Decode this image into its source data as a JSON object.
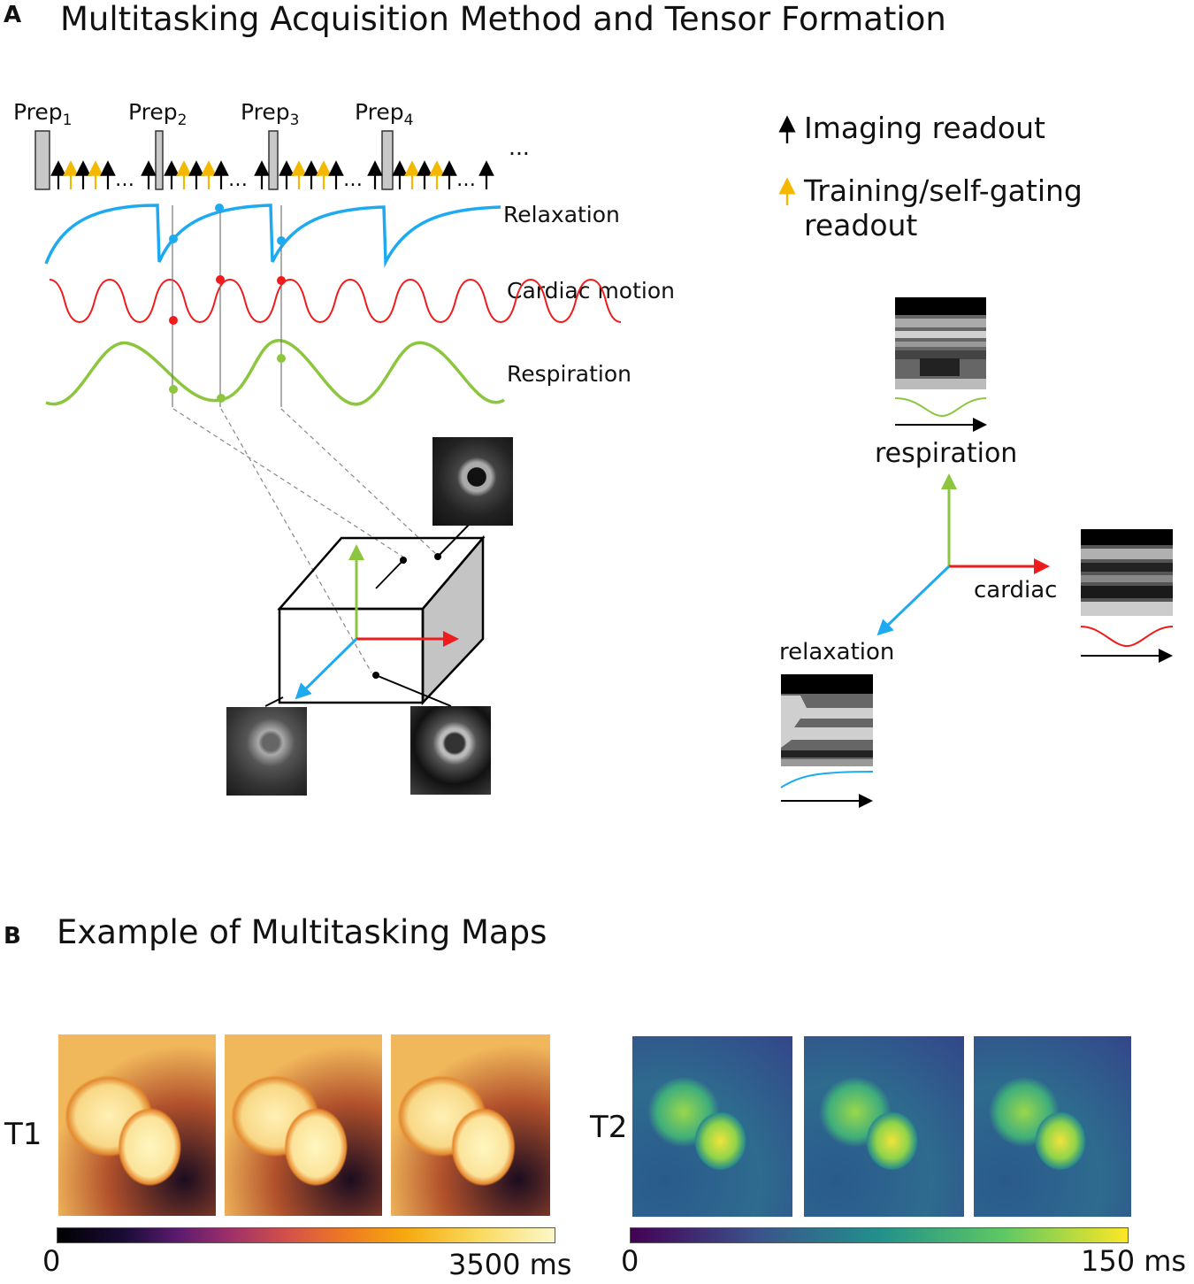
{
  "panel_a": {
    "letter": "A",
    "title": "Multitasking Acquisition Method and Tensor Formation",
    "prep_labels": [
      {
        "base": "Prep",
        "sub": "1"
      },
      {
        "base": "Prep",
        "sub": "2"
      },
      {
        "base": "Prep",
        "sub": "3"
      },
      {
        "base": "Prep",
        "sub": "4"
      }
    ],
    "ellipsis": "...",
    "signal_labels": {
      "relaxation": "Relaxation",
      "cardiac": "Cardiac motion",
      "respiration": "Respiration"
    },
    "legend": {
      "imaging": "Imaging readout",
      "training": "Training/self-gating readout"
    },
    "axes": {
      "respiration": "respiration",
      "cardiac": "cardiac",
      "relaxation": "relaxation"
    },
    "colors": {
      "relaxation": "#1eaaf0",
      "cardiac": "#ee1c1c",
      "respiration": "#8cc63f",
      "training": "#f5b800",
      "imaging": "#000000"
    }
  },
  "panel_b": {
    "letter": "B",
    "title": "Example of Multitasking Maps",
    "t1": {
      "label": "T1",
      "min": "0",
      "max": "3500 ms"
    },
    "t2": {
      "label": "T2",
      "min": "0",
      "max": "150 ms"
    }
  }
}
